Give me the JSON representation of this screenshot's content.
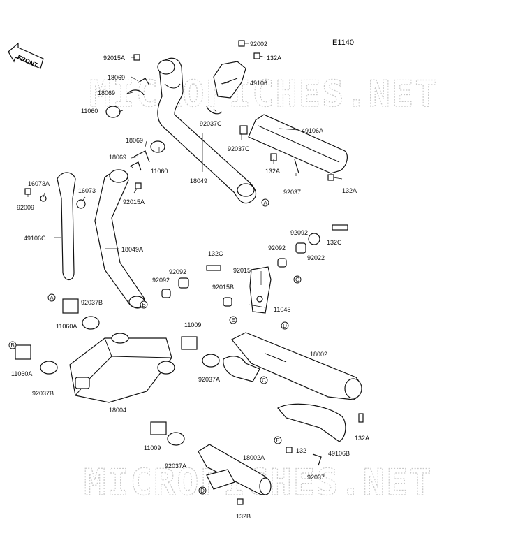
{
  "diagram_code": "E1140",
  "front_label": "FRONT",
  "watermark": "MICROFICHES.NET",
  "callout_letters": [
    "A",
    "B",
    "C",
    "D",
    "E"
  ],
  "part_labels": {
    "p92015A_top": "92015A",
    "p18069_a": "18069",
    "p18069_b": "18069",
    "p11060_a": "11060",
    "p92002": "92002",
    "p132A_top": "132A",
    "p49106": "49106",
    "p92037C_a": "92037C",
    "p49106A": "49106A",
    "p92037C_b": "92037C",
    "p132A_mid": "132A",
    "p92037": "92037",
    "p132A_right": "132A",
    "p18069_c": "18069",
    "p18069_d": "18069",
    "p11060_b": "11060",
    "p18049": "18049",
    "p16073A": "16073A",
    "p16073": "16073",
    "p92009": "92009",
    "p92015A_mid": "92015A",
    "p49106C": "49106C",
    "p18049A": "18049A",
    "p92092_a": "92092",
    "p132C_a": "132C",
    "p92092_b": "92092",
    "p92022": "92022",
    "p132C_b": "132C",
    "p92092_c": "92092",
    "p92092_d": "92092",
    "p92015": "92015",
    "p92015B": "92015B",
    "p11045": "11045",
    "p92037B_a": "92037B",
    "p11060A_a": "11060A",
    "p11009_a": "11009",
    "p11060A_b": "11060A",
    "p92037B_b": "92037B",
    "p18004": "18004",
    "p18002": "18002",
    "p92037A_a": "92037A",
    "p11009_b": "11009",
    "p92037A_b": "92037A",
    "p18002A": "18002A",
    "p132B": "132B",
    "p132A_low": "132A",
    "p49106B": "49106B",
    "p132": "132",
    "p92037_low": "92037"
  }
}
